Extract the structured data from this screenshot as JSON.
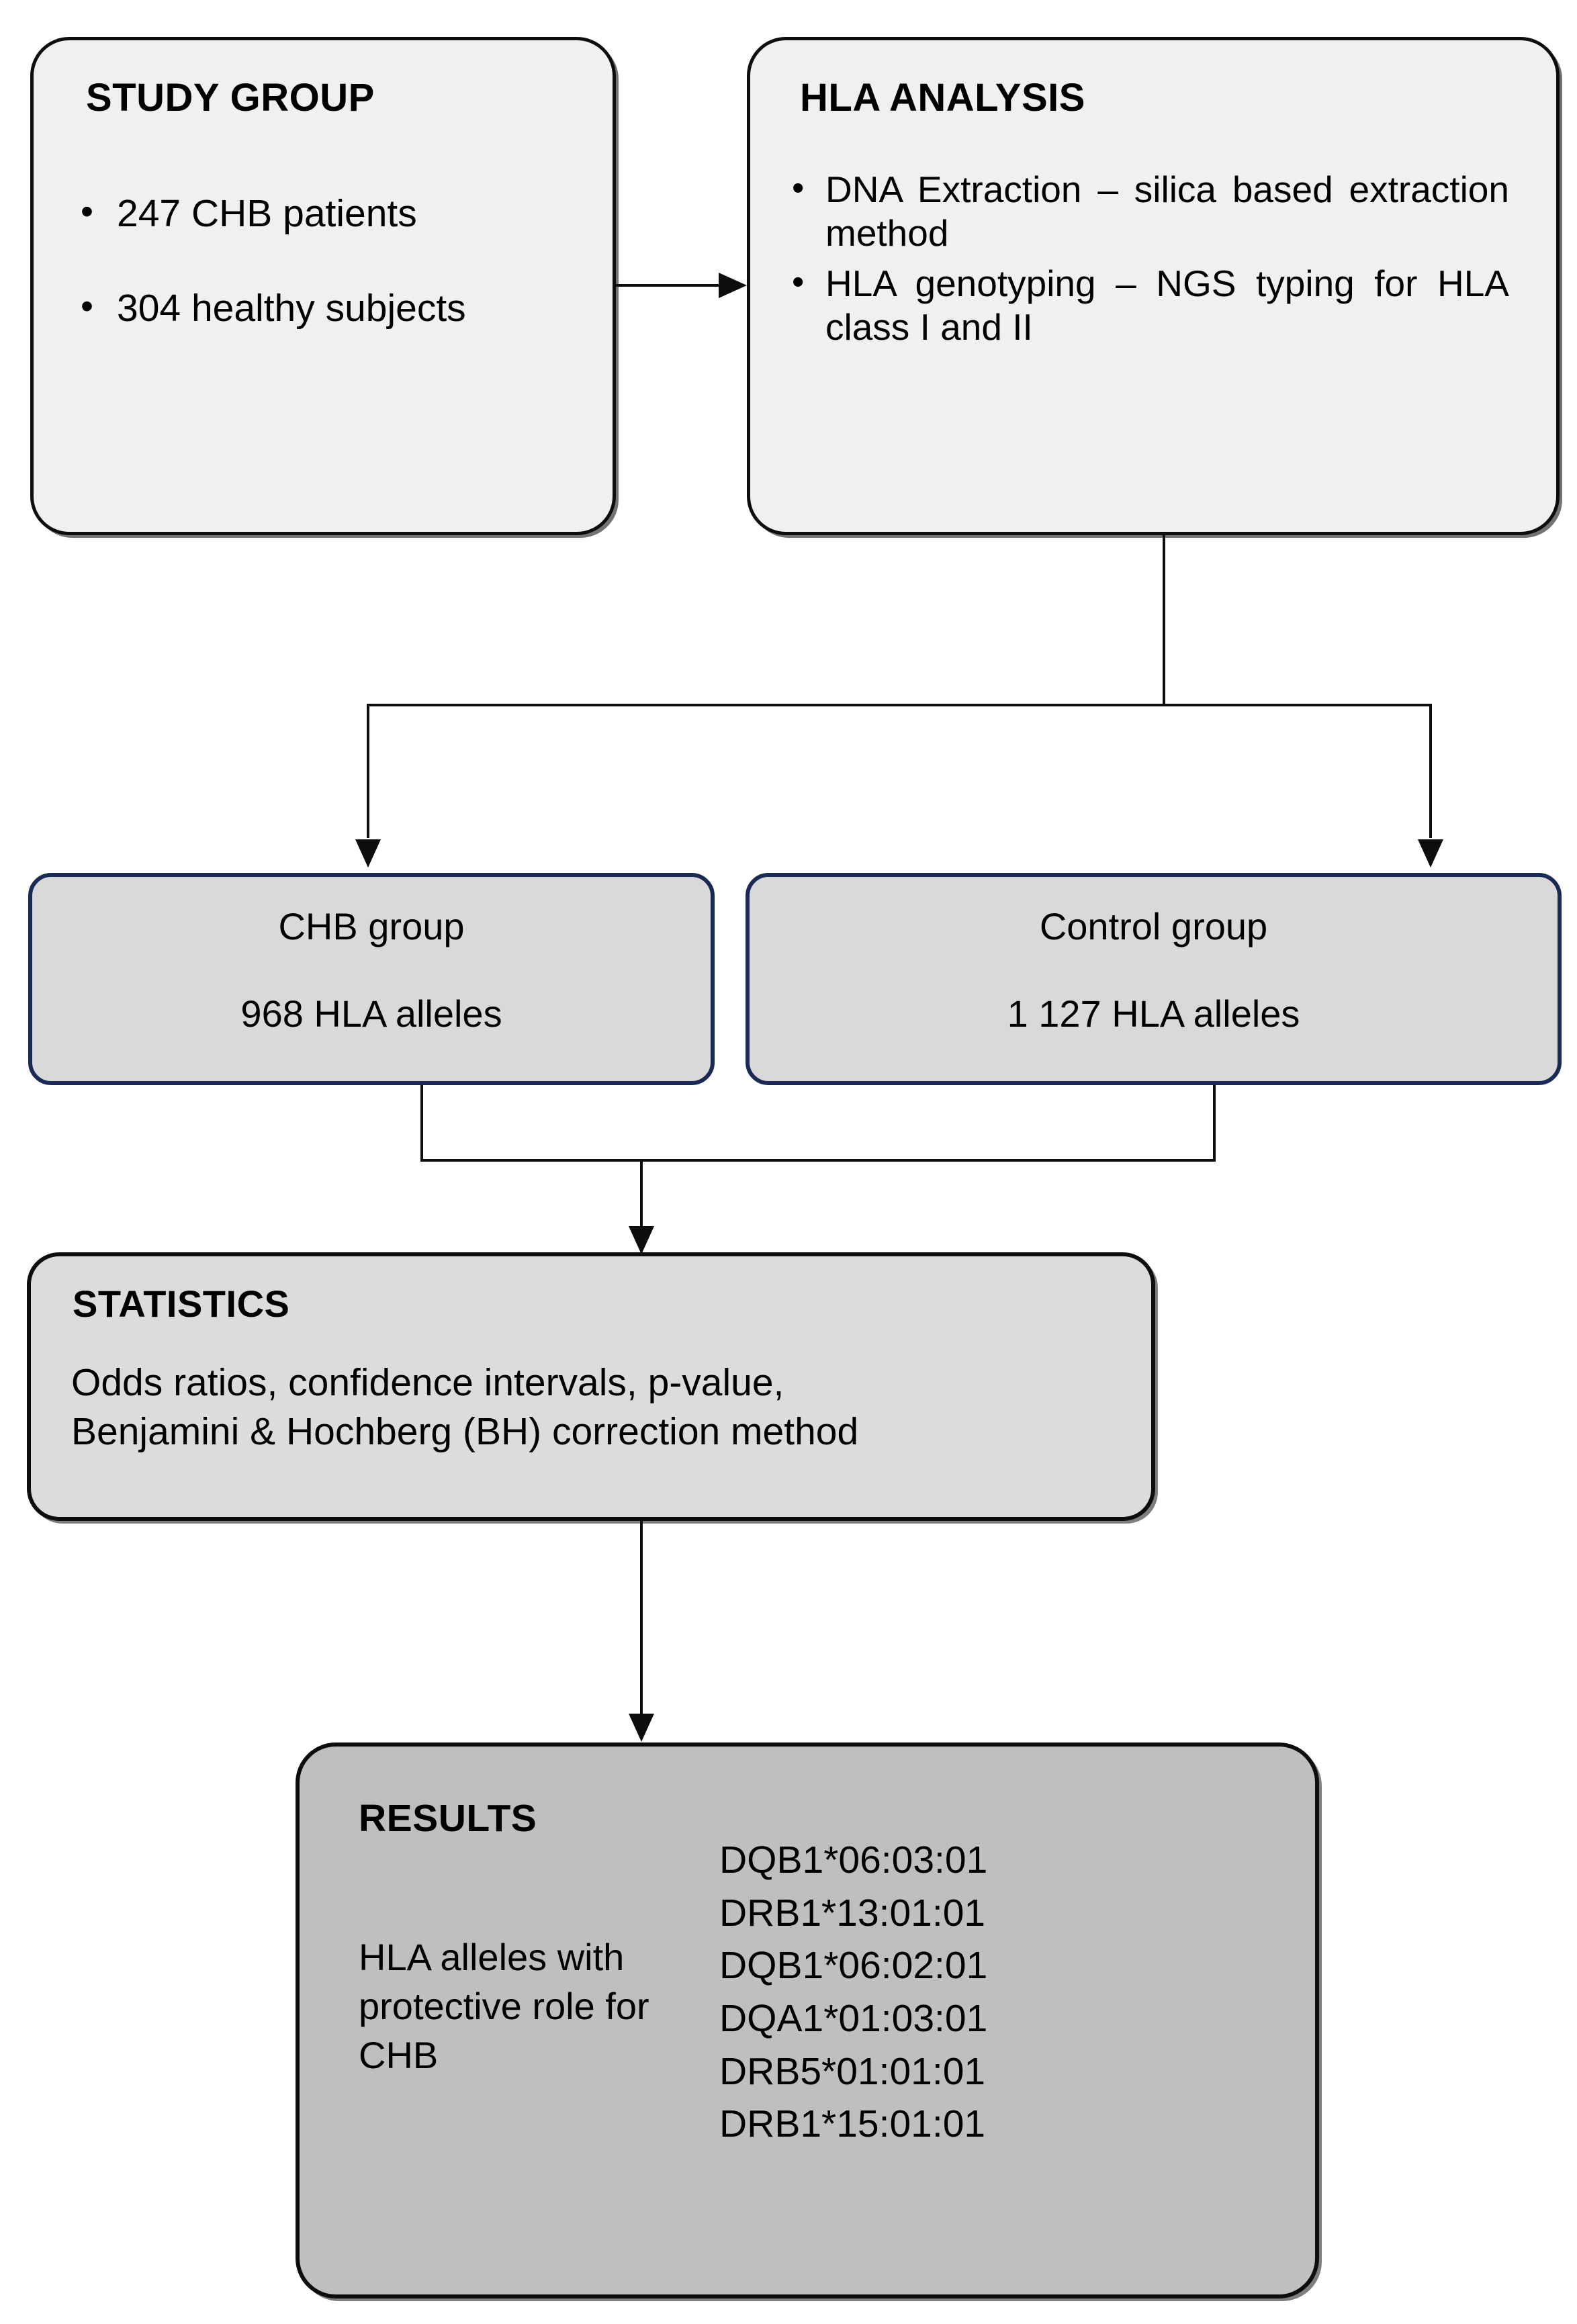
{
  "diagram": {
    "title": "HLA study flowchart",
    "colors": {
      "light_box_fill": "#f0f0f0",
      "grey_box_fill": "#d9d9d9",
      "statistics_fill": "#dcdcdc",
      "results_fill": "#bfbfbf",
      "blue_border": "#1b2a54",
      "black_border": "#0d0d0d"
    }
  },
  "study_group": {
    "title": "STUDY GROUP",
    "bullets": [
      "247 CHB patients",
      "304 healthy subjects"
    ]
  },
  "hla_analysis": {
    "title": "HLA ANALYSIS",
    "bullets": [
      "DNA Extraction – silica based extraction method",
      "HLA genotyping – NGS typing for HLA class I and II"
    ]
  },
  "chb_group": {
    "label": "CHB group",
    "count": "968 HLA alleles"
  },
  "control_group": {
    "label": "Control group",
    "count": "1 127 HLA alleles"
  },
  "statistics": {
    "title": "STATISTICS",
    "lines": [
      "Odds ratios, confidence intervals, p-value,",
      "Benjamini & Hochberg (BH) correction method"
    ]
  },
  "results": {
    "title": "RESULTS",
    "description": "HLA alleles with protective role for CHB",
    "alleles": [
      "DQB1*06:03:01",
      "DRB1*13:01:01",
      "DQB1*06:02:01",
      "DQA1*01:03:01",
      "DRB5*01:01:01",
      "DRB1*15:01:01"
    ]
  }
}
